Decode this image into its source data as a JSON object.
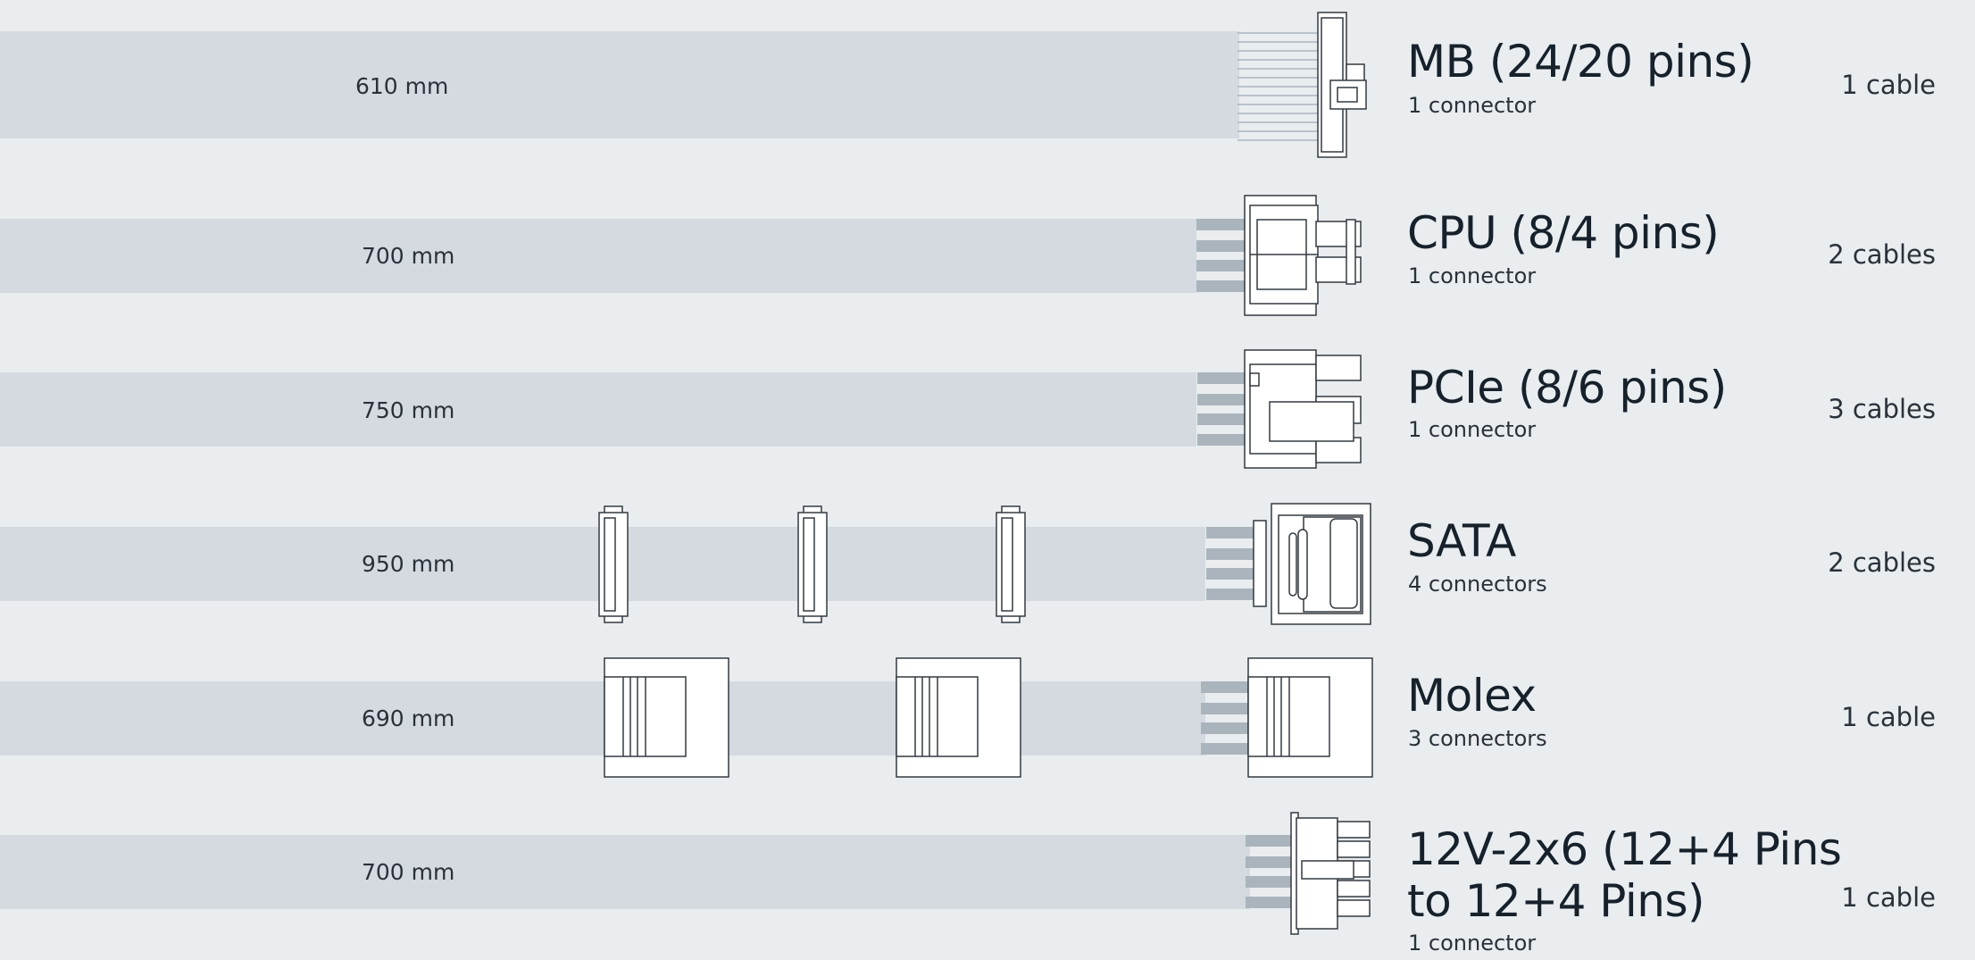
{
  "cables": [
    {
      "type": "MB (24/20 pins)",
      "connectors": "1 connector",
      "length": "610 mm",
      "count": "1 cable"
    },
    {
      "type": "CPU (8/4 pins)",
      "connectors": "1 connector",
      "length": "700 mm",
      "count": "2 cables"
    },
    {
      "type": "PCIe (8/6 pins)",
      "connectors": "1 connector",
      "length": "750 mm",
      "count": "3 cables"
    },
    {
      "type": "SATA",
      "connectors": "4 connectors",
      "length": "950 mm",
      "count": "2 cables"
    },
    {
      "type": "Molex",
      "connectors": "3 connectors",
      "length": "690 mm",
      "count": "1 cable"
    },
    {
      "type": "12V-2x6 (12+4 Pins to 12+4 Pins)",
      "type_line1": "12V-2x6 (12+4 Pins",
      "type_line2": "to 12+4 Pins)",
      "connectors": "1 connector",
      "length": "700 mm",
      "count": "1 cable"
    }
  ],
  "colors": {
    "background": "#e9edf0",
    "cable_band": "#d4dadf",
    "wire": "#aab4bd",
    "connector_stroke": "#333a40"
  }
}
